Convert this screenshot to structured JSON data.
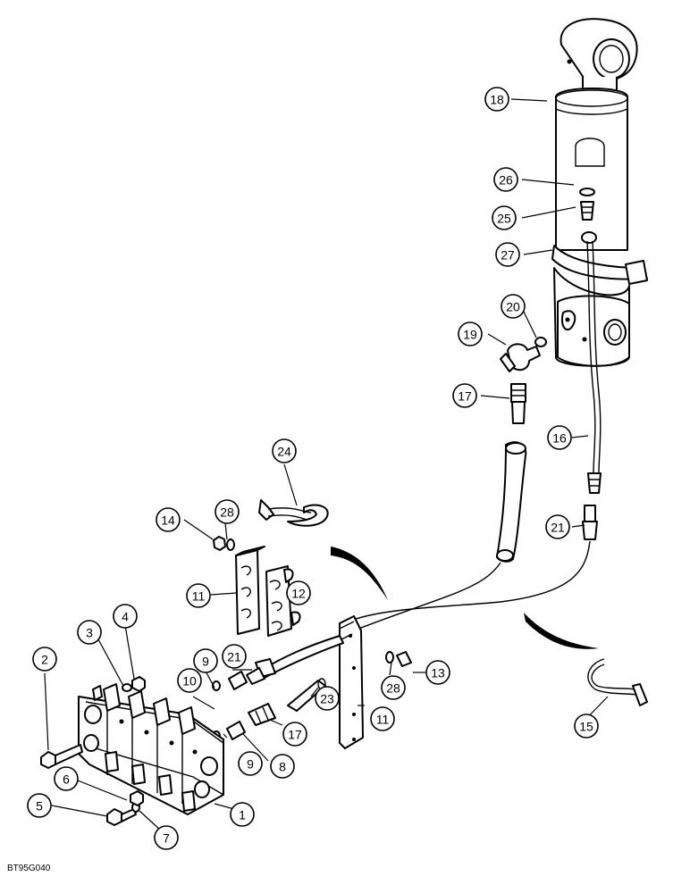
{
  "figure_code": "BT95G040",
  "callouts": [
    {
      "label": "1"
    },
    {
      "label": "2"
    },
    {
      "label": "3"
    },
    {
      "label": "4"
    },
    {
      "label": "5"
    },
    {
      "label": "6"
    },
    {
      "label": "7"
    },
    {
      "label": "8"
    },
    {
      "label": "9"
    },
    {
      "label": "9"
    },
    {
      "label": "10"
    },
    {
      "label": "11"
    },
    {
      "label": "11"
    },
    {
      "label": "12"
    },
    {
      "label": "13"
    },
    {
      "label": "14"
    },
    {
      "label": "15"
    },
    {
      "label": "16"
    },
    {
      "label": "17"
    },
    {
      "label": "17"
    },
    {
      "label": "18"
    },
    {
      "label": "19"
    },
    {
      "label": "20"
    },
    {
      "label": "21"
    },
    {
      "label": "21"
    },
    {
      "label": "23"
    },
    {
      "label": "24"
    },
    {
      "label": "25"
    },
    {
      "label": "26"
    },
    {
      "label": "27"
    },
    {
      "label": "28"
    },
    {
      "label": "28"
    }
  ]
}
